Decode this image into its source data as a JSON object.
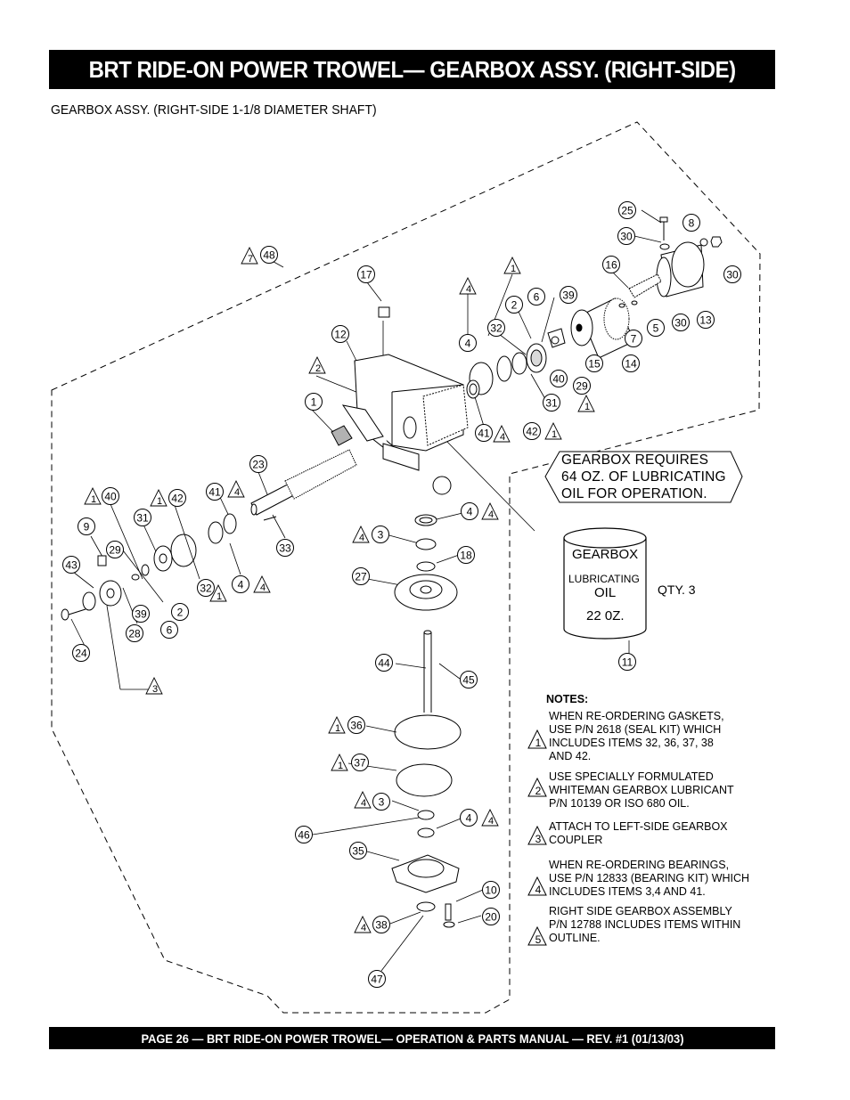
{
  "header": {
    "title": "BRT RIDE-ON POWER TROWEL— GEARBOX ASSY.  (RIGHT-SIDE)",
    "subtitle": "GEARBOX ASSY. (RIGHT-SIDE 1-1/8 DIAMETER SHAFT)"
  },
  "lubrication": {
    "banner": "GEARBOX REQUIRES\n64 OZ. OF LUBRICATING\nOIL FOR OPERATION.",
    "can_brand": "GEARBOX",
    "can_lubricating": "LUBRICATING",
    "can_oil": "OIL",
    "can_volume": "22 0Z.",
    "quantity": "QTY. 3"
  },
  "callouts": [
    {
      "n": "25"
    },
    {
      "n": "8"
    },
    {
      "n": "30"
    },
    {
      "n": "30"
    },
    {
      "n": "16"
    },
    {
      "n": "13"
    },
    {
      "n": "30"
    },
    {
      "n": "5"
    },
    {
      "n": "7"
    },
    {
      "n": "48"
    },
    {
      "n": "17"
    },
    {
      "n": "39"
    },
    {
      "n": "6"
    },
    {
      "n": "2"
    },
    {
      "n": "32"
    },
    {
      "n": "14"
    },
    {
      "n": "15"
    },
    {
      "n": "12"
    },
    {
      "n": "4"
    },
    {
      "n": "40"
    },
    {
      "n": "29"
    },
    {
      "n": "31"
    },
    {
      "n": "1"
    },
    {
      "n": "41"
    },
    {
      "n": "42"
    },
    {
      "n": "23"
    },
    {
      "n": "40"
    },
    {
      "n": "42"
    },
    {
      "n": "41"
    },
    {
      "n": "9"
    },
    {
      "n": "31"
    },
    {
      "n": "29"
    },
    {
      "n": "43"
    },
    {
      "n": "32"
    },
    {
      "n": "4"
    },
    {
      "n": "33"
    },
    {
      "n": "39"
    },
    {
      "n": "2"
    },
    {
      "n": "28"
    },
    {
      "n": "6"
    },
    {
      "n": "24"
    },
    {
      "n": "3"
    },
    {
      "n": "4"
    },
    {
      "n": "18"
    },
    {
      "n": "27"
    },
    {
      "n": "11"
    },
    {
      "n": "44"
    },
    {
      "n": "45"
    },
    {
      "n": "36"
    },
    {
      "n": "37"
    },
    {
      "n": "3"
    },
    {
      "n": "4"
    },
    {
      "n": "46"
    },
    {
      "n": "35"
    },
    {
      "n": "10"
    },
    {
      "n": "20"
    },
    {
      "n": "38"
    },
    {
      "n": "47"
    }
  ],
  "note_triangles": [
    {
      "n": "7"
    },
    {
      "n": "1"
    },
    {
      "n": "4"
    },
    {
      "n": "2"
    },
    {
      "n": "4"
    },
    {
      "n": "1"
    },
    {
      "n": "1"
    },
    {
      "n": "1"
    },
    {
      "n": "4"
    },
    {
      "n": "1"
    },
    {
      "n": "4"
    },
    {
      "n": "1"
    },
    {
      "n": "4"
    },
    {
      "n": "3"
    },
    {
      "n": "4"
    },
    {
      "n": "4"
    },
    {
      "n": "1"
    },
    {
      "n": "1"
    },
    {
      "n": "4"
    },
    {
      "n": "4"
    },
    {
      "n": "1"
    },
    {
      "n": "3"
    }
  ],
  "notes": {
    "heading": "NOTES:",
    "items": [
      {
        "marker": "1",
        "text": "WHEN RE-ORDERING GASKETS,\nUSE P/N 2618 (SEAL KIT) WHICH\nINCLUDES  ITEMS 32, 36, 37, 38\nAND 42."
      },
      {
        "marker": "2",
        "text": "USE SPECIALLY FORMULATED\nWHITEMAN GEARBOX LUBRICANT\nP/N 10139 OR ISO 680 OIL."
      },
      {
        "marker": "3",
        "text": "ATTACH TO LEFT-SIDE GEARBOX\nCOUPLER"
      },
      {
        "marker": "4",
        "text": "WHEN RE-ORDERING BEARINGS,\nUSE P/N 12833 (BEARING KIT) WHICH\nINCLUDES ITEMS 3,4 AND 41."
      },
      {
        "marker": "5",
        "text": "RIGHT SIDE GEARBOX ASSEMBLY\nP/N 12788 INCLUDES ITEMS WITHIN\nOUTLINE."
      }
    ]
  },
  "footer": {
    "text": "PAGE 26 — BRT RIDE-ON POWER TROWEL—  OPERATION & PARTS MANUAL — REV. #1 (01/13/03)"
  }
}
